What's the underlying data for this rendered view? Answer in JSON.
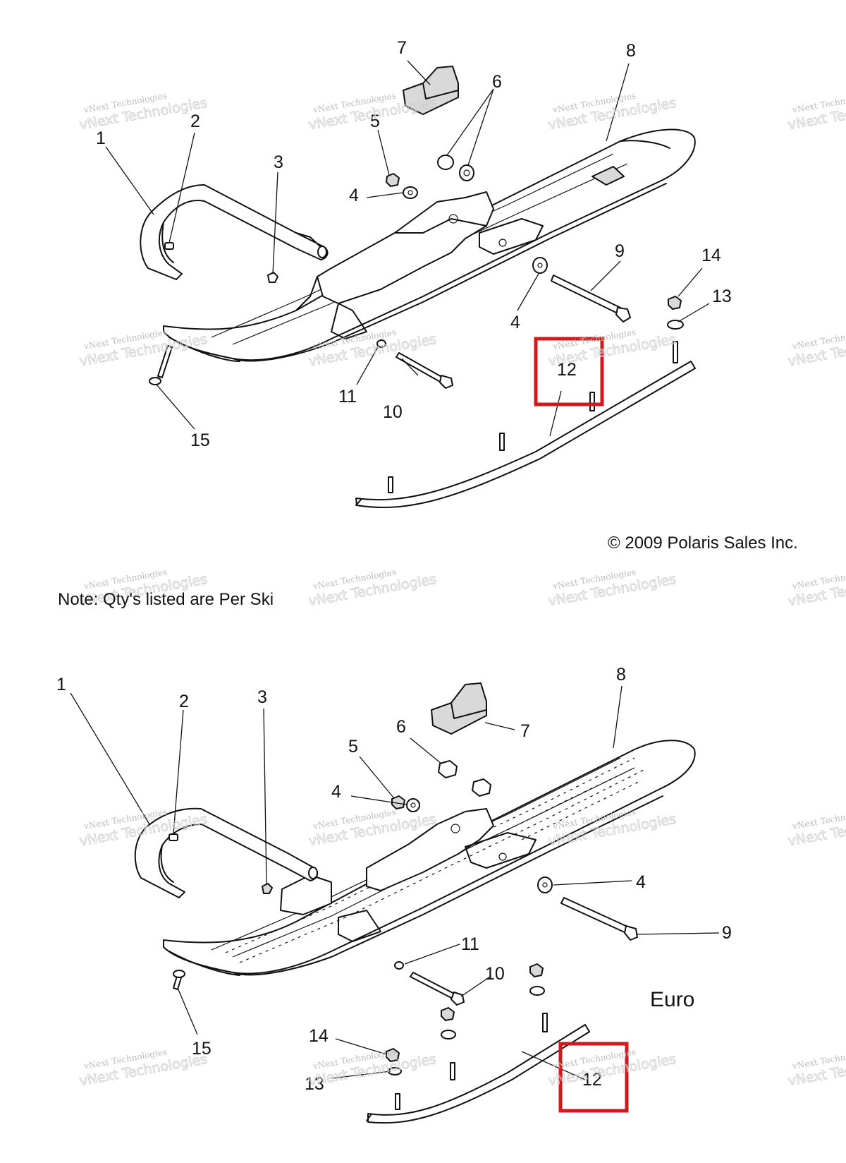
{
  "copyright": "© 2009 Polaris Sales Inc.",
  "note": "Note: Qty's listed are Per Ski",
  "variant_label": "Euro",
  "watermark": {
    "line1": "vNext Technologies",
    "line2": "vNext Technologies"
  },
  "callouts": {
    "top": [
      "1",
      "2",
      "3",
      "4",
      "4",
      "5",
      "6",
      "7",
      "8",
      "9",
      "10",
      "11",
      "12",
      "13",
      "14",
      "15"
    ],
    "bottom": [
      "1",
      "2",
      "3",
      "4",
      "4",
      "5",
      "6",
      "7",
      "8",
      "9",
      "10",
      "11",
      "12",
      "13",
      "14",
      "15"
    ]
  },
  "highlight_color": "#d0191c",
  "highlighted_part": "12"
}
